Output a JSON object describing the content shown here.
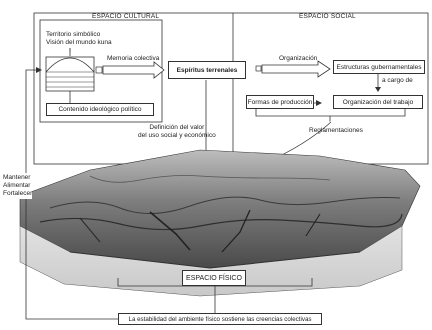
{
  "sections": {
    "cultural_title": "ESPACIO CULTURAL",
    "social_title": "ESPACIO SOCIAL",
    "physical_title": "ESPACIO FÍSICO"
  },
  "cultural": {
    "territory_line1": "Territorio simbólico",
    "territory_line2": "Visión del mundo kuna",
    "ideological": "Contenido ideológico político",
    "collective_memory": "Memoria colectiva",
    "spirits": "Espíritus terrenales"
  },
  "social": {
    "organization": "Organización",
    "gov_structures": "Estructuras gubernamentales",
    "in_charge_of": "a cargo de",
    "production_forms": "Formas de producción",
    "work_organization": "Organización del trabajo",
    "regulations": "Reglamentaciones"
  },
  "annotations": {
    "value_def_line1": "Definición del valor",
    "value_def_line2": "del uso social y económico",
    "maintain": "Mantener",
    "feed": "Alimentar",
    "strengthen": "Fortalecer"
  },
  "footer": {
    "stability": "La estabilidad del ambiente físico sostiene las creencias colectivas"
  },
  "colors": {
    "line": "#333333",
    "terrain_dark": "#3a3a3a",
    "terrain_mid": "#8a8a8a",
    "terrain_light": "#c8c8c8",
    "sea": "#d4d4d4"
  }
}
